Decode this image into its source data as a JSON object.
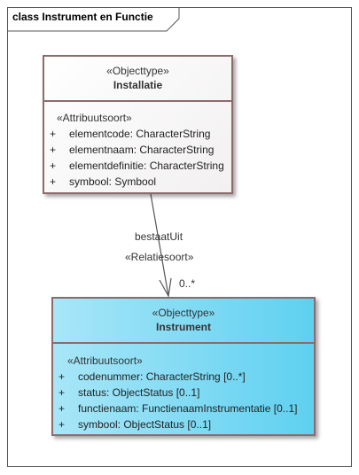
{
  "frame": {
    "title": "class Instrument en Functie"
  },
  "classes": {
    "installatie": {
      "stereotype": "«Objecttype»",
      "name": "Installatie",
      "attr_stereotype": "«Attribuutsoort»",
      "attributes": [
        {
          "vis": "+",
          "text": "elementcode: CharacterString"
        },
        {
          "vis": "+",
          "text": "elementnaam: CharacterString"
        },
        {
          "vis": "+",
          "text": "elementdefinitie: CharacterString"
        },
        {
          "vis": "+",
          "text": "symbool: Symbool"
        }
      ]
    },
    "instrument": {
      "stereotype": "«Objecttype»",
      "name": "Instrument",
      "attr_stereotype": "«Attribuutsoort»",
      "attributes": [
        {
          "vis": "+",
          "text": "codenummer: CharacterString [0..*]"
        },
        {
          "vis": "+",
          "text": "status: ObjectStatus [0..1]"
        },
        {
          "vis": "+",
          "text": "functienaam: FunctienaamInstrumentatie [0..1]"
        },
        {
          "vis": "+",
          "text": "symbool: ObjectStatus [0..1]"
        }
      ]
    }
  },
  "association": {
    "name": "bestaatUit",
    "stereotype": "«Relatiesoort»",
    "multiplicity": "0..*"
  },
  "colors": {
    "border": "#8c6b6b",
    "instrument_fill": "#5fd0f0",
    "installatie_fill": "#f2f0f0"
  }
}
